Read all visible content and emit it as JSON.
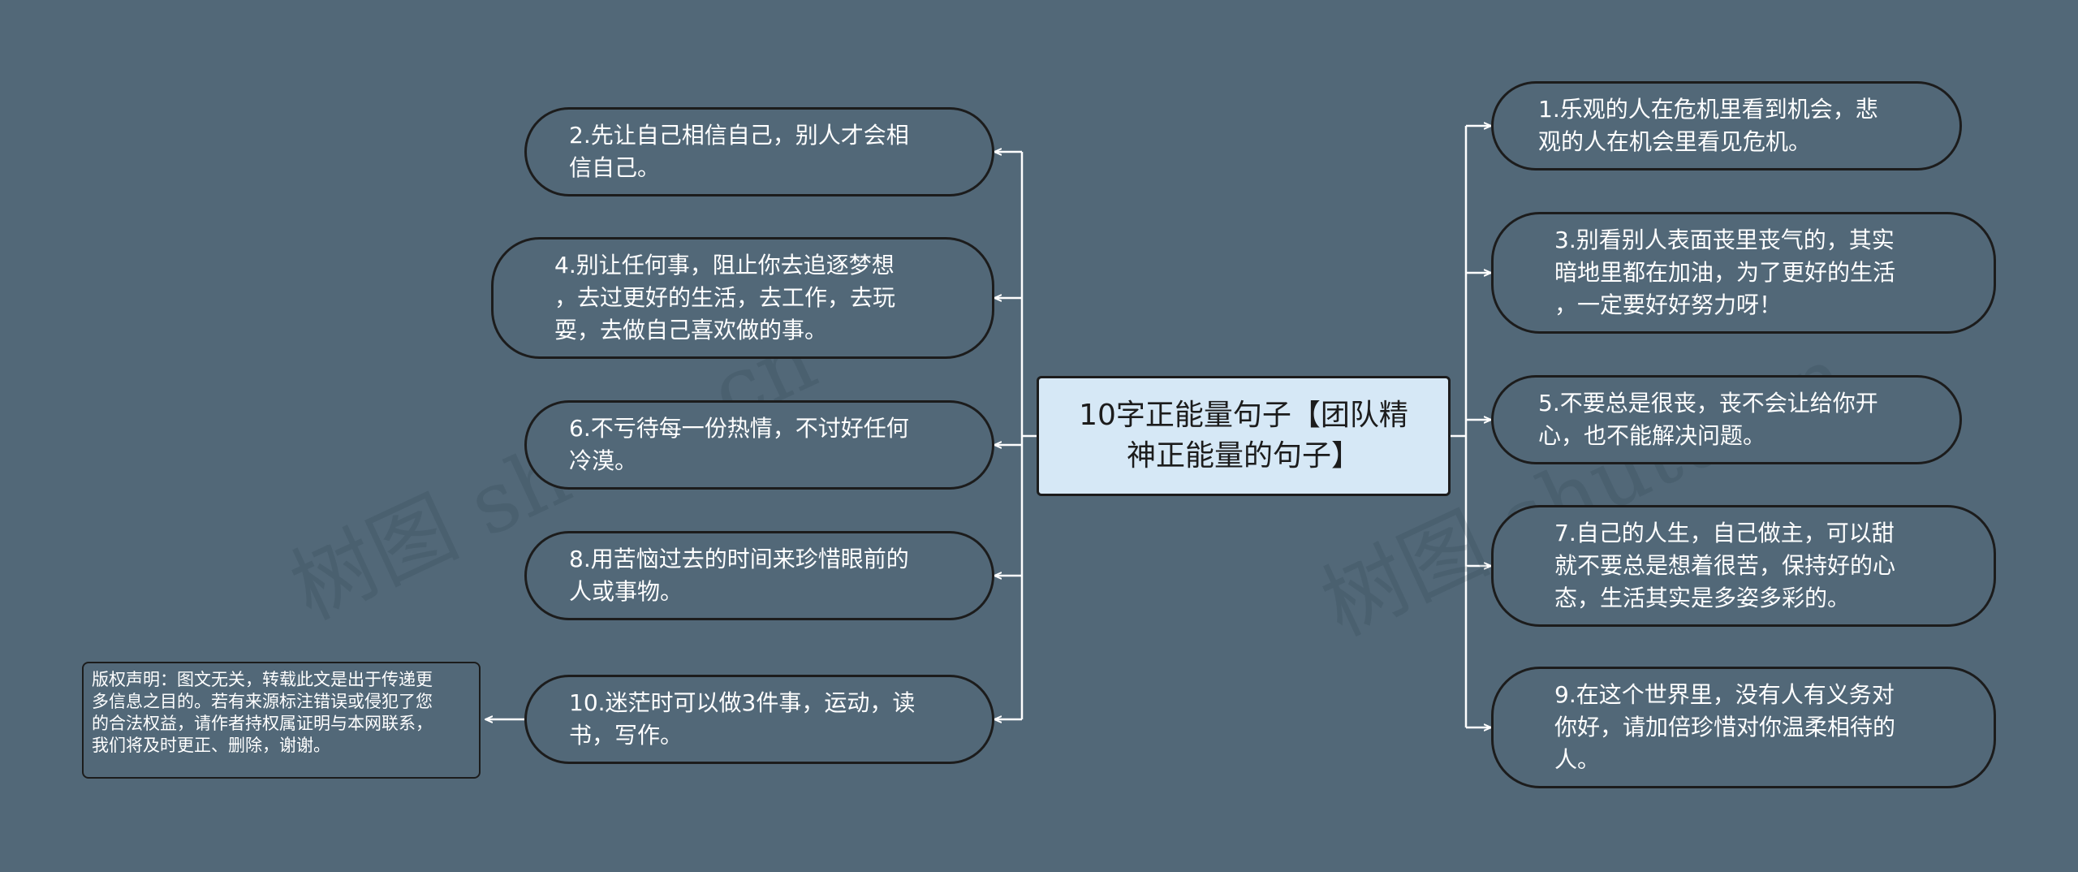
{
  "center_topic": "10字正能量句子【团队精\n神正能量的句子】",
  "left_branches": [
    {
      "text": "2.先让自己相信自己，别人才会相\n信自己。"
    },
    {
      "text": "4.别让任何事，阻止你去追逐梦想\n，去过更好的生活，去工作，去玩\n耍，去做自己喜欢做的事。"
    },
    {
      "text": "6.不亏待每一份热情，不讨好任何\n冷漠。"
    },
    {
      "text": "8.用苦恼过去的时间来珍惜眼前的\n人或事物。"
    },
    {
      "text": "10.迷茫时可以做3件事，运动，读\n书，写作。"
    }
  ],
  "right_branches": [
    {
      "text": "1.乐观的人在危机里看到机会，悲\n观的人在机会里看见危机。"
    },
    {
      "text": "3.别看别人表面丧里丧气的，其实\n暗地里都在加油，为了更好的生活\n，一定要好好努力呀！"
    },
    {
      "text": "5.不要总是很丧，丧不会让给你开\n心，也不能解决问题。"
    },
    {
      "text": "7.自己的人生，自己做主，可以甜\n就不要总是想着很苦，保持好的心\n态，生活其实是多姿多彩的。"
    },
    {
      "text": "9.在这个世界里，没有人有义务对\n你好，请加倍珍惜对你温柔相待的\n人。"
    }
  ],
  "copyright_notice": "版权声明：图文无关，转载此文是出于传递更\n多信息之目的。若有来源标注错误或侵犯了您\n的合法权益，请作者持权属证明与本网联系，\n我们将及时更正、删除，谢谢。",
  "watermark": "树图 shutu.cn",
  "colors": {
    "background": "#526878",
    "center_fill": "#d6e8f6",
    "border": "#1c1c1c",
    "connector": "#ffffff"
  }
}
